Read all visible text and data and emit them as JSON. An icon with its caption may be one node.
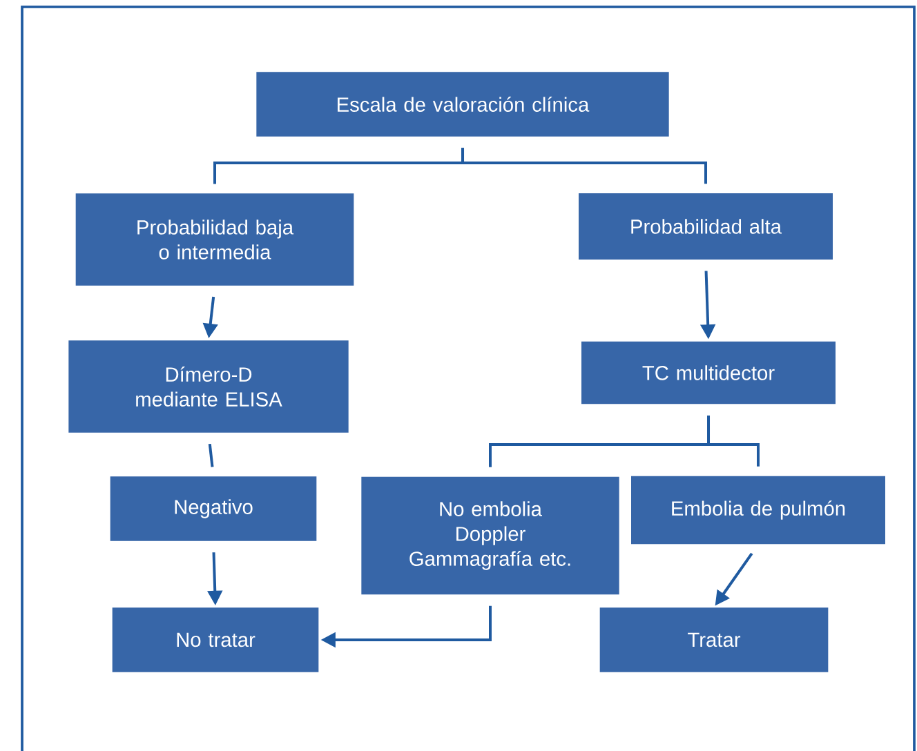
{
  "diagram": {
    "nodes": [
      {
        "text": [
          "Escala de valoración clínica"
        ]
      },
      {
        "text": [
          "Probabilidad baja o intermedia"
        ]
      },
      {
        "text": [
          "Probabilidad alta"
        ]
      },
      {
        "text": [
          "Dímero-D mediante ELISA"
        ]
      },
      {
        "text": [
          "TC multidector"
        ]
      },
      {
        "text": [
          "Negativo"
        ]
      },
      {
        "text": [
          "No embolia Doppler Gammagrafía etc."
        ]
      },
      {
        "text": [
          "Embolia de pulmón"
        ]
      },
      {
        "text": [
          "No tratar"
        ]
      },
      {
        "text": [
          "Tratar"
        ]
      }
    ],
    "edges": [
      {
        "from": 0,
        "to": 1,
        "arrow": "none"
      },
      {
        "from": 0,
        "to": 2,
        "arrow": "none"
      },
      {
        "from": 1,
        "to": 3,
        "arrow": "to"
      },
      {
        "from": 2,
        "to": 4,
        "arrow": "to"
      },
      {
        "from": 3,
        "to": 5,
        "arrow": "none"
      },
      {
        "from": 4,
        "to": 6,
        "arrow": "none"
      },
      {
        "from": 4,
        "to": 7,
        "arrow": "none"
      },
      {
        "from": 5,
        "to": 8,
        "arrow": "to"
      },
      {
        "from": 6,
        "to": 8,
        "arrow": "to"
      },
      {
        "from": 7,
        "to": 9,
        "arrow": "to"
      }
    ]
  }
}
